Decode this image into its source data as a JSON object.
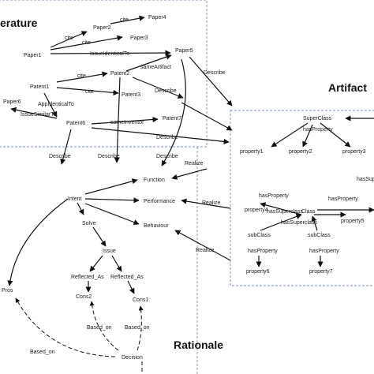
{
  "sections": {
    "literature": "erature",
    "artifact": "Artifact",
    "rationale": "Rationale"
  },
  "nodes": {
    "paper1": "Paper1",
    "paper2": "Paper2",
    "paper3": "Paper3",
    "paper4": "Paper4",
    "paper5": "Paper5",
    "paper6": "Paper6",
    "patent1": "Patent1",
    "patent2": "Patent2",
    "patent3": "Patent3",
    "patent6": "Patent6",
    "patent7": "Patent7",
    "superclass": "SuperClass",
    "property1": "property1",
    "property2": "property2",
    "property3": "property3",
    "class": "Class",
    "property4": "property4",
    "property5": "property5",
    "subclass_a": "subClass",
    "subclass_b": "subClass",
    "property6": "property6",
    "property7": "property7",
    "function": "Function",
    "performance": "Performance",
    "behaviour": "Behaviour",
    "intent": "Intent",
    "issue": "Issue",
    "cons2": "Cons2",
    "cons1": "Cons1",
    "pros": "Pros",
    "decision": "Decision"
  },
  "edge_labels": {
    "cite_p1_p2": "cite",
    "cite_p2_p4": "cite",
    "cite_p1_p3": "cite",
    "issue_identical": "IssueIdenticalTo",
    "cite_pt1_pt2": "cite",
    "cite_pt1_pt3": "cite",
    "same_artifact": "sameArtifact",
    "describe_pt2": "Describe",
    "describe_p5": "Describe",
    "app_identical": "AppIdenticalTo",
    "issue_similar": "IssueSimilarTo",
    "same_inventor": "sameInventor",
    "describe_pt6_artifact": "Describe",
    "describe_1": "Describe",
    "describe_2": "Describe",
    "describe_3": "Describe",
    "realize_function": "Realize",
    "realize_performance": "Realize",
    "realize_behaviour": "Realize",
    "has_property_super": "hasProperty",
    "has_super_right": "hasSuper",
    "has_property_class_l": "hasProperty",
    "has_property_class_r": "hasProperty",
    "has_superclass": "hasSuperclass",
    "has_superclass_b": "hasSuperclass",
    "has_property_sub_a": "hasProperty",
    "has_property_sub_b": "hasProperty",
    "solve": "Solve",
    "reflected_as_2": "Reflected_As",
    "reflected_as_1": "Reflected_As",
    "based_on_1": "Based_on",
    "based_on_2": "Based_on",
    "based_on_3": "Based_on"
  }
}
